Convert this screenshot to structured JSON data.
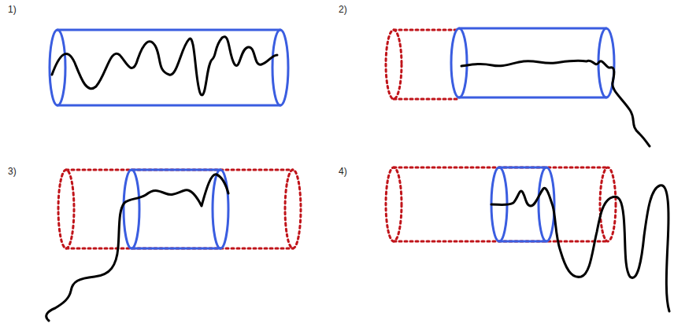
{
  "diagram": {
    "labels": [
      "1)",
      "2)",
      "3)",
      "4)"
    ]
  }
}
